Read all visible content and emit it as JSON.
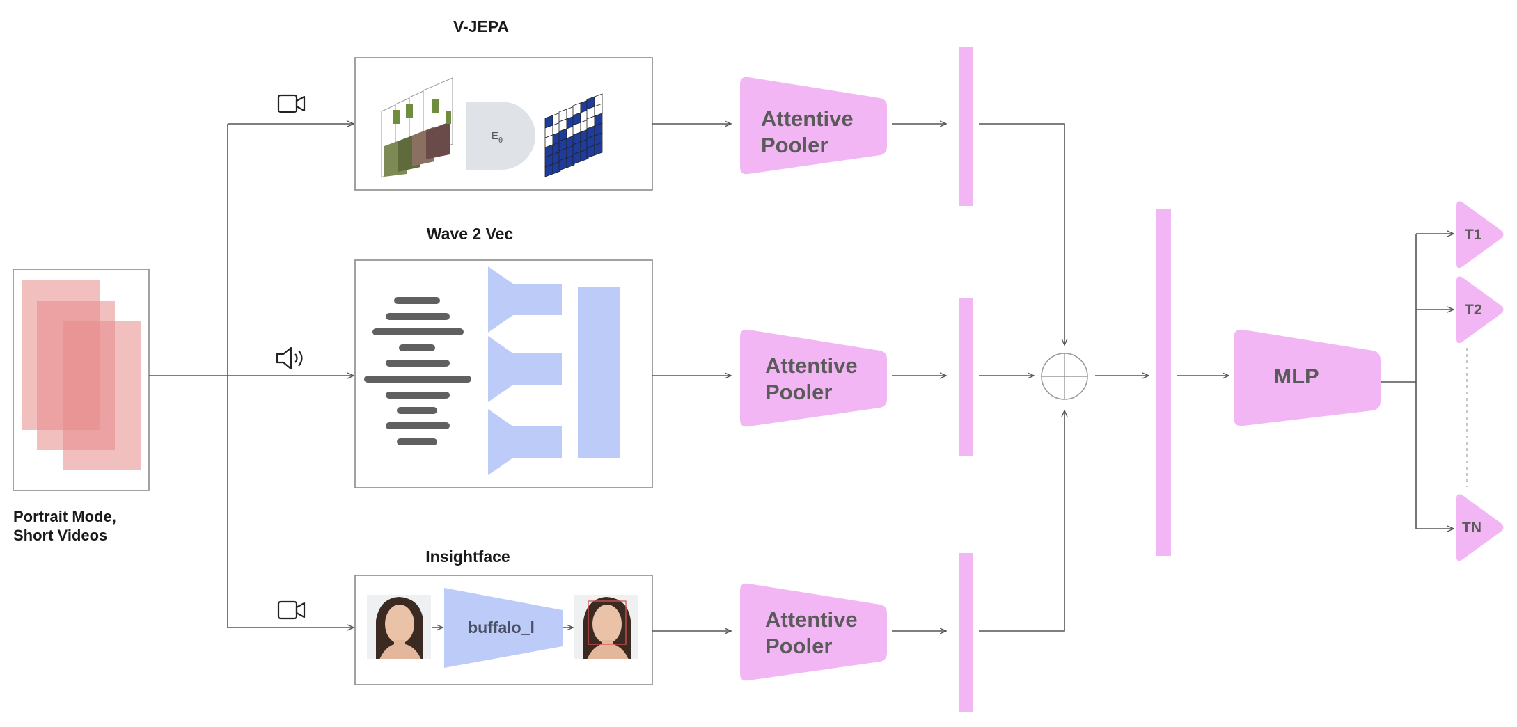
{
  "input": {
    "label_line1": "Portrait Mode,",
    "label_line2": "Short Videos"
  },
  "branches": [
    {
      "title": "V-JEPA",
      "icon": "video-camera-icon",
      "encoder_label": "E",
      "encoder_subscript": "θ"
    },
    {
      "title": "Wave 2 Vec",
      "icon": "speaker-icon"
    },
    {
      "title": "Insightface",
      "icon": "video-camera-icon",
      "model_label": "buffalo_l"
    }
  ],
  "pooler": {
    "line1": "Attentive",
    "line2": "Pooler"
  },
  "fusion": {
    "icon": "circle-plus-icon"
  },
  "mlp": {
    "label": "MLP"
  },
  "outputs": [
    {
      "label": "T1"
    },
    {
      "label": "T2"
    },
    {
      "label": "TN"
    }
  ],
  "colors": {
    "pink": "#f3b6f5",
    "blue": "#bccbf8",
    "input_red": "#e88a8a",
    "navy": "#1f3c9a"
  }
}
